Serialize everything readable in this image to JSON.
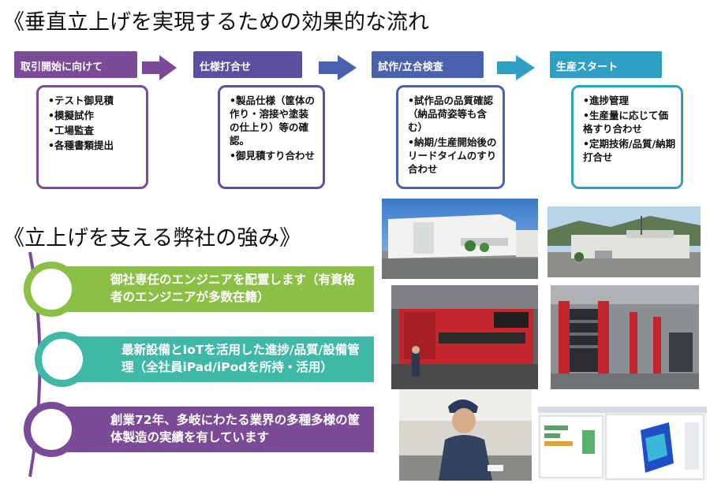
{
  "title": "《垂直立上げを実現するための効果的な流れ",
  "flow": [
    {
      "header": "取引開始に向けて",
      "color": "#7b4b97",
      "items": [
        "•テスト御見積",
        "•模擬試作",
        "•工場監査",
        "•各種書類提出"
      ]
    },
    {
      "header": "仕様打合せ",
      "color": "#5e4e9f",
      "items": [
        "•製品仕様（筐体の作り・溶接や塗装の仕上り）等の確認。",
        "•御見積すり合わせ"
      ]
    },
    {
      "header": "試作/立合検査",
      "color": "#4a62ae",
      "items": [
        "•試作品の品質確認（納品荷姿等も含む）",
        "•納期/生産開始後のリードタイムのすり合わせ"
      ]
    },
    {
      "header": "生産スタート",
      "color": "#2f9fc3",
      "items": [
        "•進捗管理",
        "•生産量に応じて価格すり合わせ",
        "•定期技術/品質/納期打合せ"
      ]
    }
  ],
  "subtitle": "《立上げを支える弊社の強み》",
  "strengths": [
    "御社専任のエンジニアを配置します（有資格者のエンジニアが多数在籍）",
    "最新設備とIoTを活用した進捗/品質/設備管理（全社員iPad/iPodを所持・活用）",
    "創業72年、多岐にわたる業界の多種多様の筐体製造の実績を有しています"
  ],
  "colors": {
    "strength_green": "#8cbf46",
    "strength_teal": "#3fb8a5",
    "strength_purple": "#7b4b97",
    "arrow1": "#7b4b97",
    "arrow2": "#4a62ae",
    "arrow3": "#2f9fc3"
  },
  "photos": [
    "factory-exterior-photo",
    "factory-entrance-photo",
    "press-brake-machine-photo",
    "automated-storage-rack-photo",
    "worker-photo",
    "cad-software-screenshot"
  ]
}
